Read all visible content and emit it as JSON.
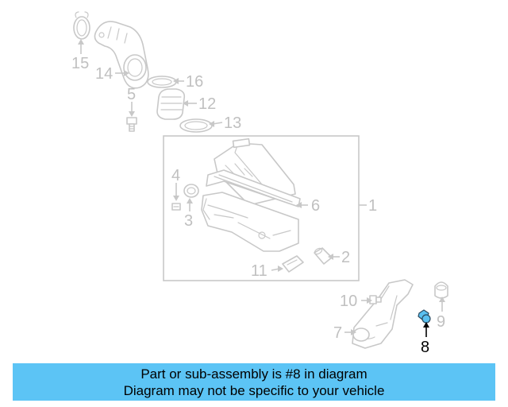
{
  "diagram": {
    "callouts": [
      {
        "id": "1",
        "label": "1"
      },
      {
        "id": "2",
        "label": "2"
      },
      {
        "id": "3",
        "label": "3"
      },
      {
        "id": "4",
        "label": "4"
      },
      {
        "id": "5",
        "label": "5"
      },
      {
        "id": "6",
        "label": "6"
      },
      {
        "id": "7",
        "label": "7"
      },
      {
        "id": "8",
        "label": "8",
        "highlighted": true
      },
      {
        "id": "9",
        "label": "9"
      },
      {
        "id": "10",
        "label": "10"
      },
      {
        "id": "11",
        "label": "11"
      },
      {
        "id": "12",
        "label": "12"
      },
      {
        "id": "13",
        "label": "13"
      },
      {
        "id": "14",
        "label": "14"
      },
      {
        "id": "15",
        "label": "15"
      },
      {
        "id": "16",
        "label": "16"
      }
    ],
    "highlighted_part": "8",
    "colors": {
      "line": "#c8c8c8",
      "label": "#c0c0c0",
      "highlight_label": "#000000",
      "highlight_fill": "#5ac0f0"
    }
  },
  "banner": {
    "line1": "Part or sub-assembly is #8 in diagram",
    "line2": "Diagram may not be specific to your vehicle",
    "background": "#5cc4f5"
  }
}
